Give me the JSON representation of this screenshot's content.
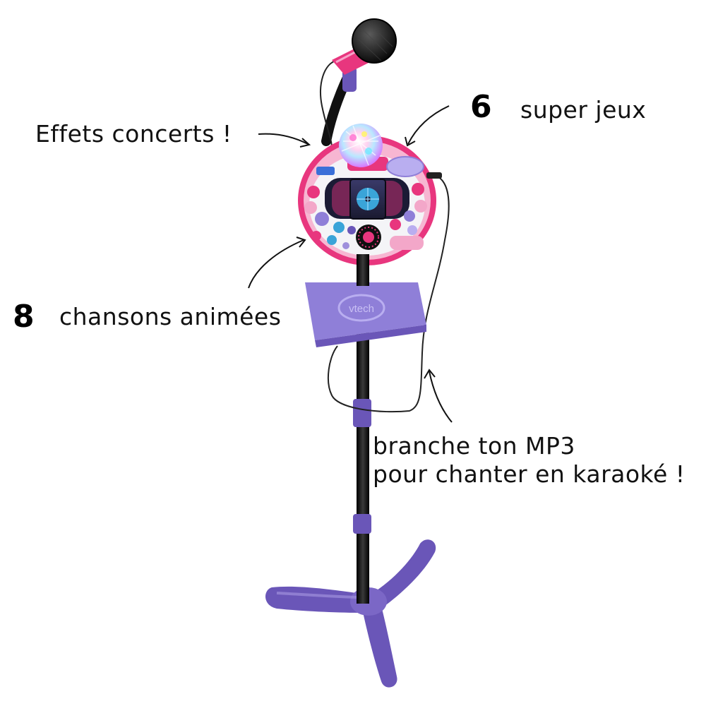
{
  "labels": {
    "effects": "Effets concerts !",
    "games_number": "6",
    "games_text": "super jeux",
    "songs_number": "8",
    "songs_text": "chansons animées",
    "mp3_line1": "branche ton MP3",
    "mp3_line2": "pour chanter en karaoké !"
  },
  "product": {
    "brand_logo": "vtech",
    "screen_icon": "disc-icon"
  },
  "colors": {
    "pink": "#e8367e",
    "light_pink": "#f3a7c9",
    "purple": "#6a56b8",
    "lilac": "#9f90dc",
    "black": "#111111",
    "white": "#ffffff"
  }
}
